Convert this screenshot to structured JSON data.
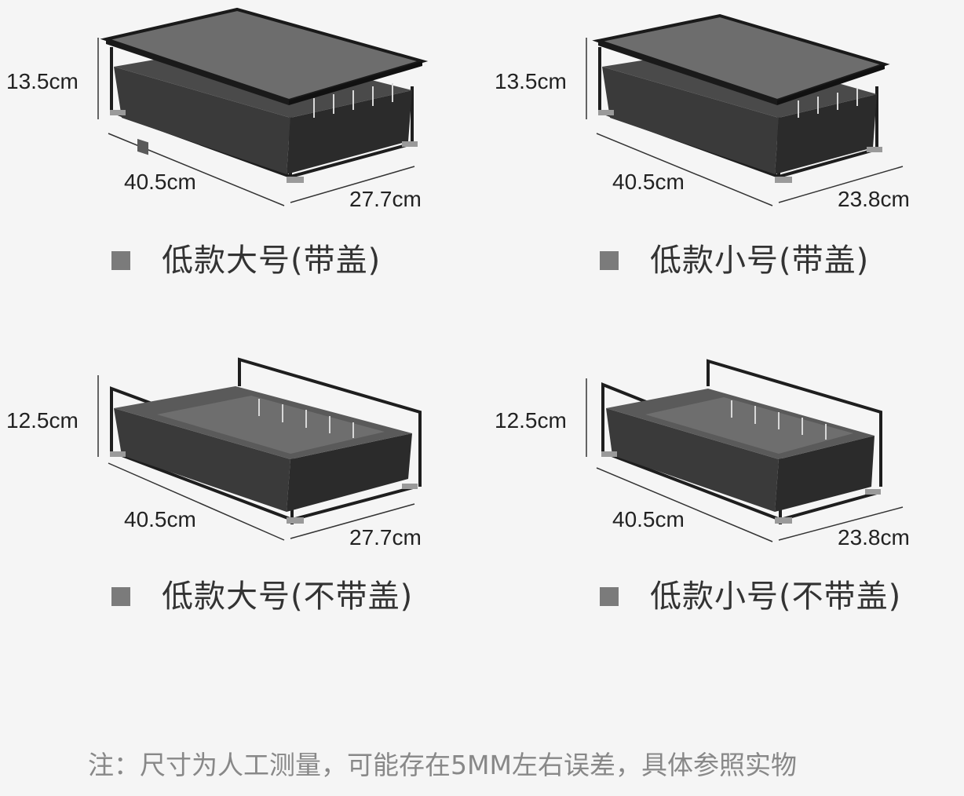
{
  "products": [
    {
      "height": "13.5cm",
      "length": "40.5cm",
      "width": "27.7cm",
      "label": "低款大号(带盖)",
      "with_lid": true
    },
    {
      "height": "13.5cm",
      "length": "40.5cm",
      "width": "23.8cm",
      "label": "低款小号(带盖)",
      "with_lid": true
    },
    {
      "height": "12.5cm",
      "length": "40.5cm",
      "width": "27.7cm",
      "label": "低款大号(不带盖)",
      "with_lid": false
    },
    {
      "height": "12.5cm",
      "length": "40.5cm",
      "width": "23.8cm",
      "label": "低款小号(不带盖)",
      "with_lid": false
    }
  ],
  "note": "注：尺寸为人工测量，可能存在5MM左右误差，具体参照实物",
  "colors": {
    "background": "#f5f5f5",
    "rack": "#1e1e1e",
    "bullet": "#7b7b7b",
    "note": "#888888"
  }
}
